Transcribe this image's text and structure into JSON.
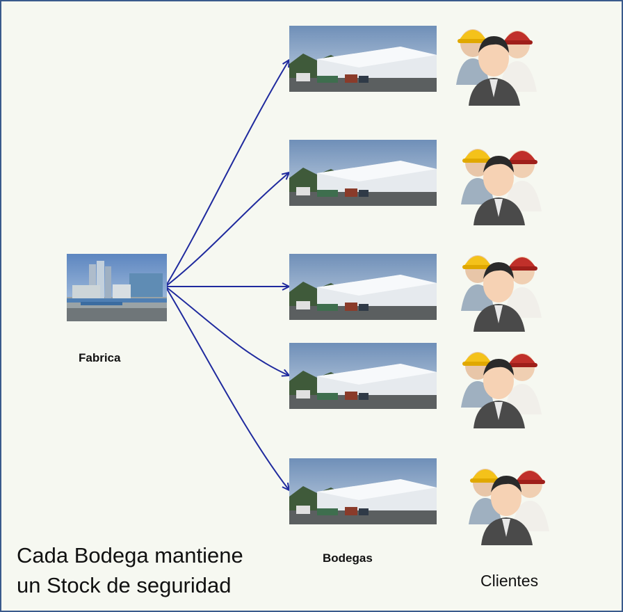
{
  "factory": {
    "label": "Fabrica",
    "icon": "factory-photo"
  },
  "warehouses": {
    "label": "Bodegas",
    "count": 5,
    "icon": "warehouse-photo"
  },
  "customers": {
    "label": "Clientes",
    "count": 5,
    "icon": "workers-group-icon"
  },
  "note": {
    "line1": "Cada Bodega mantiene",
    "line2": "un Stock de seguridad"
  },
  "colors": {
    "border": "#3a5a8c",
    "background": "#f6f8f1",
    "arrow": "#1f2a9e"
  }
}
